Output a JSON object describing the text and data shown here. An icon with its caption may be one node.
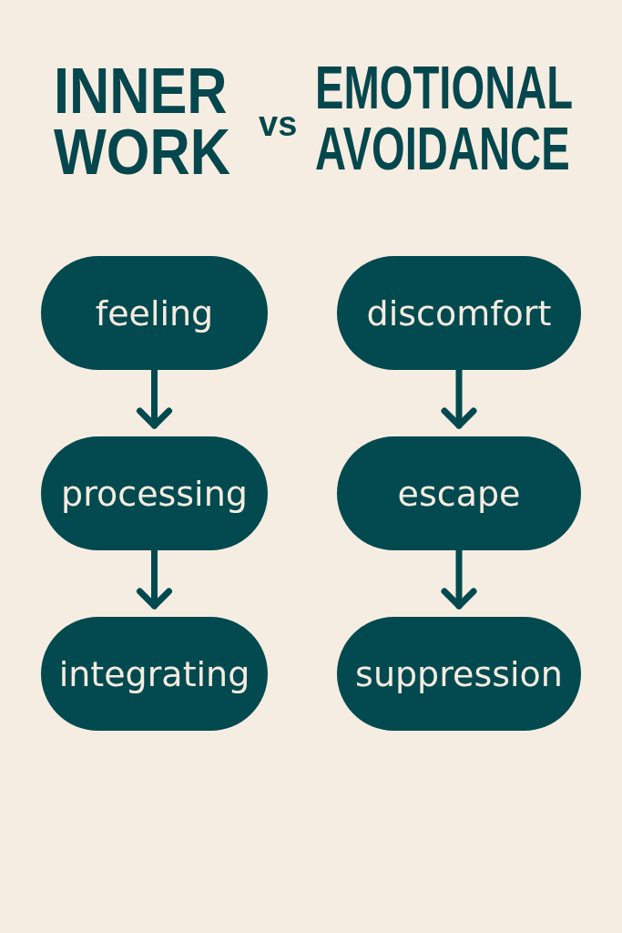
{
  "diagram": {
    "nodes": [
      {
        "text": [
          "feeling"
        ]
      },
      {
        "text": [
          "discomfort"
        ]
      },
      {
        "text": [
          "processing"
        ]
      },
      {
        "text": [
          "escape"
        ]
      },
      {
        "text": [
          "integrating"
        ]
      },
      {
        "text": [
          "suppression"
        ]
      }
    ],
    "edges": [
      {
        "from": 0,
        "to": 2,
        "arrow": "to"
      },
      {
        "from": 2,
        "to": 4,
        "arrow": "to"
      },
      {
        "from": 1,
        "to": 3,
        "arrow": "to"
      },
      {
        "from": 3,
        "to": 5,
        "arrow": "to"
      }
    ],
    "labels": [
      "INNER WORK",
      "vs",
      "EMOTIONAL AVOIDANCE"
    ]
  }
}
